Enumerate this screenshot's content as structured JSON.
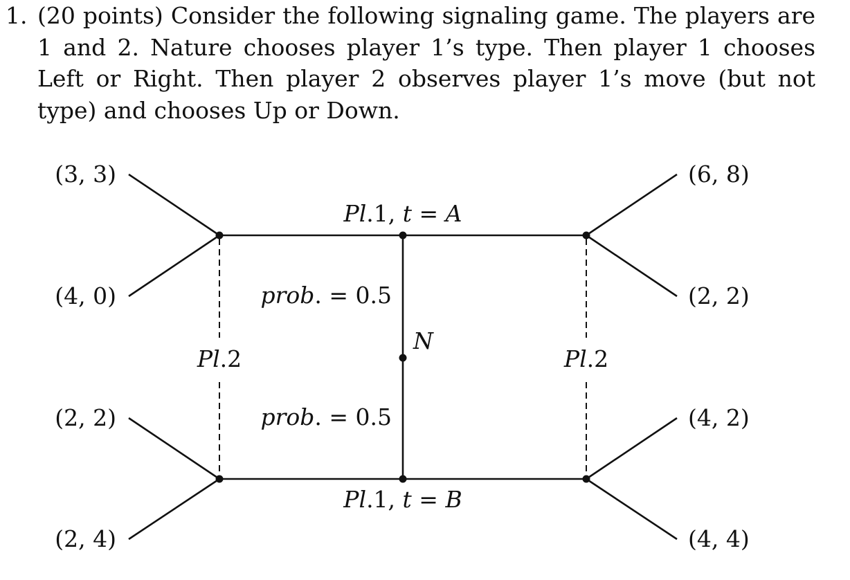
{
  "problem": {
    "number": "1.",
    "text": "(20 points) Consider the following signaling game. The players are 1 and 2. Nature chooses player 1’s type. Then player 1 chooses Left or Right. Then player 2 observes player 1’s move (but not type) and chooses Up or Down."
  },
  "diagram": {
    "nature_label": "N",
    "top_node_label": {
      "player": "Pl",
      "rest": ".1, ",
      "t": "t",
      "eq": " = ",
      "type": "A"
    },
    "bottom_node_label": {
      "player": "Pl",
      "rest": ".1, ",
      "t": "t",
      "eq": " = ",
      "type": "B"
    },
    "prob_top": {
      "word": "prob",
      "rest": ". = 0.5"
    },
    "prob_bottom": {
      "word": "prob",
      "rest": ". = 0.5"
    },
    "info_set_left": {
      "player": "Pl",
      "rest": ".2"
    },
    "info_set_right": {
      "player": "Pl",
      "rest": ".2"
    },
    "payoffs": {
      "top_left_up": "(3, 3)",
      "top_left_down": "(4, 0)",
      "bottom_left_up": "(2, 2)",
      "bottom_left_down": "(2, 4)",
      "top_right_up": "(6, 8)",
      "top_right_down": "(2, 2)",
      "bottom_right_up": "(4, 2)",
      "bottom_right_down": "(4, 4)"
    }
  }
}
